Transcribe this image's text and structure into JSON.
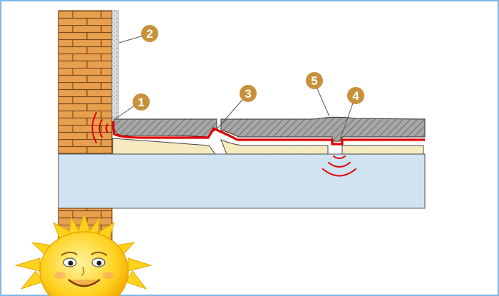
{
  "diagram": {
    "callouts": [
      {
        "id": "1",
        "label": "1"
      },
      {
        "id": "2",
        "label": "2"
      },
      {
        "id": "3",
        "label": "3"
      },
      {
        "id": "4",
        "label": "4"
      },
      {
        "id": "5",
        "label": "5"
      }
    ],
    "colors": {
      "frame_border": "#7fb8e6",
      "brick": "#e8a04e",
      "mortar": "#7a4a1a",
      "plaster": "#d9d9d9",
      "screed": "#8c8c8c",
      "waterproofing": "#e00000",
      "insulation": "#f7edc2",
      "slab": "#cfe3f3",
      "callout": "#c8913a",
      "sun": "#ffd21f",
      "sound_waves": "#e00000"
    },
    "icons": [
      "brick-wall",
      "sound-waves-icon",
      "sun-face-icon"
    ]
  }
}
